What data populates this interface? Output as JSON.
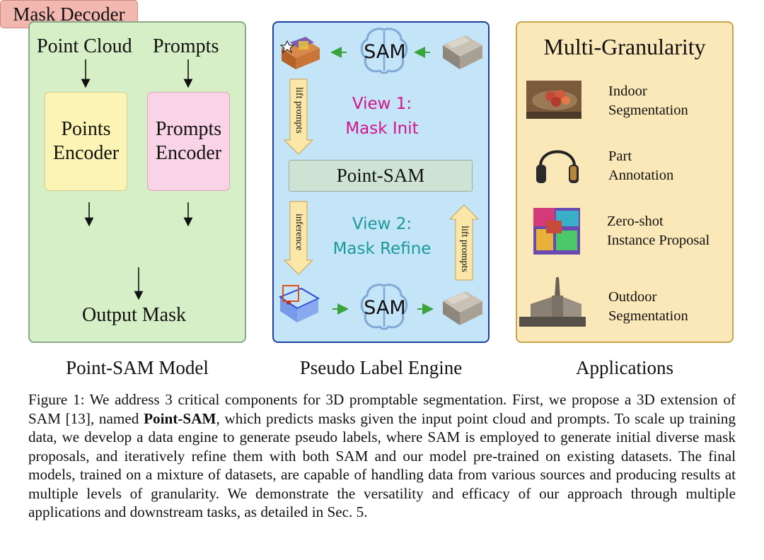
{
  "panel1": {
    "point_cloud": "Point Cloud",
    "prompts": "Prompts",
    "points_encoder_l1": "Points",
    "points_encoder_l2": "Encoder",
    "prompts_encoder_l1": "Prompts",
    "prompts_encoder_l2": "Encoder",
    "mask_decoder": "Mask Decoder",
    "output_mask": "Output Mask",
    "title": "Point-SAM Model"
  },
  "panel2": {
    "sam_top": "SAM",
    "sam_bottom": "SAM",
    "lift_prompts_left": "lift prompts",
    "view1_l1": "View 1:",
    "view1_l2": "Mask Init",
    "point_sam": "Point-SAM",
    "inference": "inference",
    "view2_l1": "View 2:",
    "view2_l2": "Mask Refine",
    "lift_prompts_right": "lift prompts",
    "title": "Pseudo Label Engine",
    "view1_color": "#d4148c",
    "view2_color": "#1a9a9a"
  },
  "panel3": {
    "header": "Multi-Granularity",
    "apps": [
      {
        "l1": "Indoor",
        "l2": "Segmentation"
      },
      {
        "l1": "Part",
        "l2": "Annotation"
      },
      {
        "l1": "Zero-shot",
        "l2": "Instance Proposal"
      },
      {
        "l1": "Outdoor",
        "l2": "Segmentation"
      }
    ],
    "title": "Applications"
  },
  "caption": {
    "p1": "Figure 1: We address 3 critical components for 3D promptable segmentation. First, we propose a 3D extension of SAM [13], named ",
    "bold": "Point-SAM",
    "p2": ", which predicts masks given the input point cloud and prompts. To scale up training data, we develop a data engine to generate pseudo labels, where SAM is employed to generate initial diverse mask proposals, and iteratively refine them with both SAM and our model pre-trained on existing datasets. The final models, trained on a mixture of datasets, are capable of handling data from various sources and producing results at multiple levels of granularity. We demonstrate the versatility and efficacy of our approach through multiple applications and downstream tasks, as detailed in Sec. 5."
  }
}
